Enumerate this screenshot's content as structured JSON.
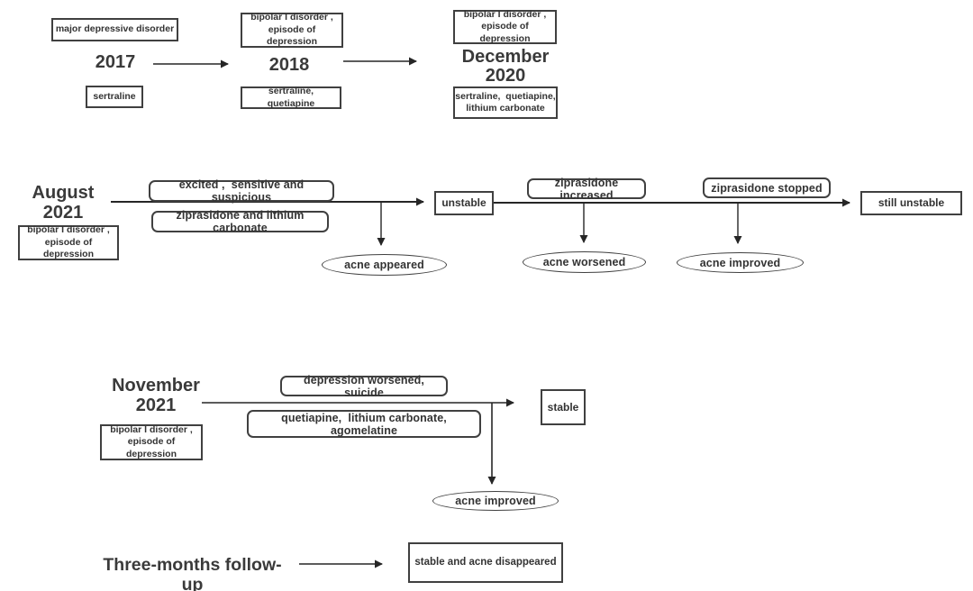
{
  "colors": {
    "ink": "#404040",
    "line": "#262626",
    "text": "#333333",
    "background": "#ffffff"
  },
  "top_timeline": {
    "events": [
      {
        "year": "2017",
        "diagnosis": "major depressive disorder",
        "medication": "sertraline"
      },
      {
        "year": "2018",
        "diagnosis": "bipolar I disorder ,\nepisode of depression",
        "medication": "sertraline,  quetiapine"
      },
      {
        "year": "December\n2020",
        "diagnosis": "bipolar I disorder ,\nepisode of depression",
        "medication": "sertraline,  quetiapine,\nlithium carbonate"
      }
    ]
  },
  "august_2021": {
    "heading": "August\n2021",
    "diagnosis": "bipolar I disorder ,\nepisode of depression",
    "symptoms": "excited ,  sensitive and suspicious",
    "medication": "ziprasidone and lithium carbonate",
    "status_1": "unstable",
    "med_change_1": "ziprasidone  increased",
    "med_change_2": "ziprasidone stopped",
    "status_2": "still unstable",
    "skin_event_1": "acne appeared",
    "skin_event_2": "acne worsened",
    "skin_event_3": "acne improved"
  },
  "november_2021": {
    "heading": "November\n2021",
    "diagnosis": "bipolar I disorder ,\nepisode of depression",
    "symptoms": "depression worsened,  suicide",
    "medication": "quetiapine,  lithium carbonate,  agomelatine",
    "status": "stable",
    "skin_event": "acne improved"
  },
  "follow_up": {
    "heading": "Three-months follow-up",
    "outcome": "stable and acne disappeared"
  }
}
